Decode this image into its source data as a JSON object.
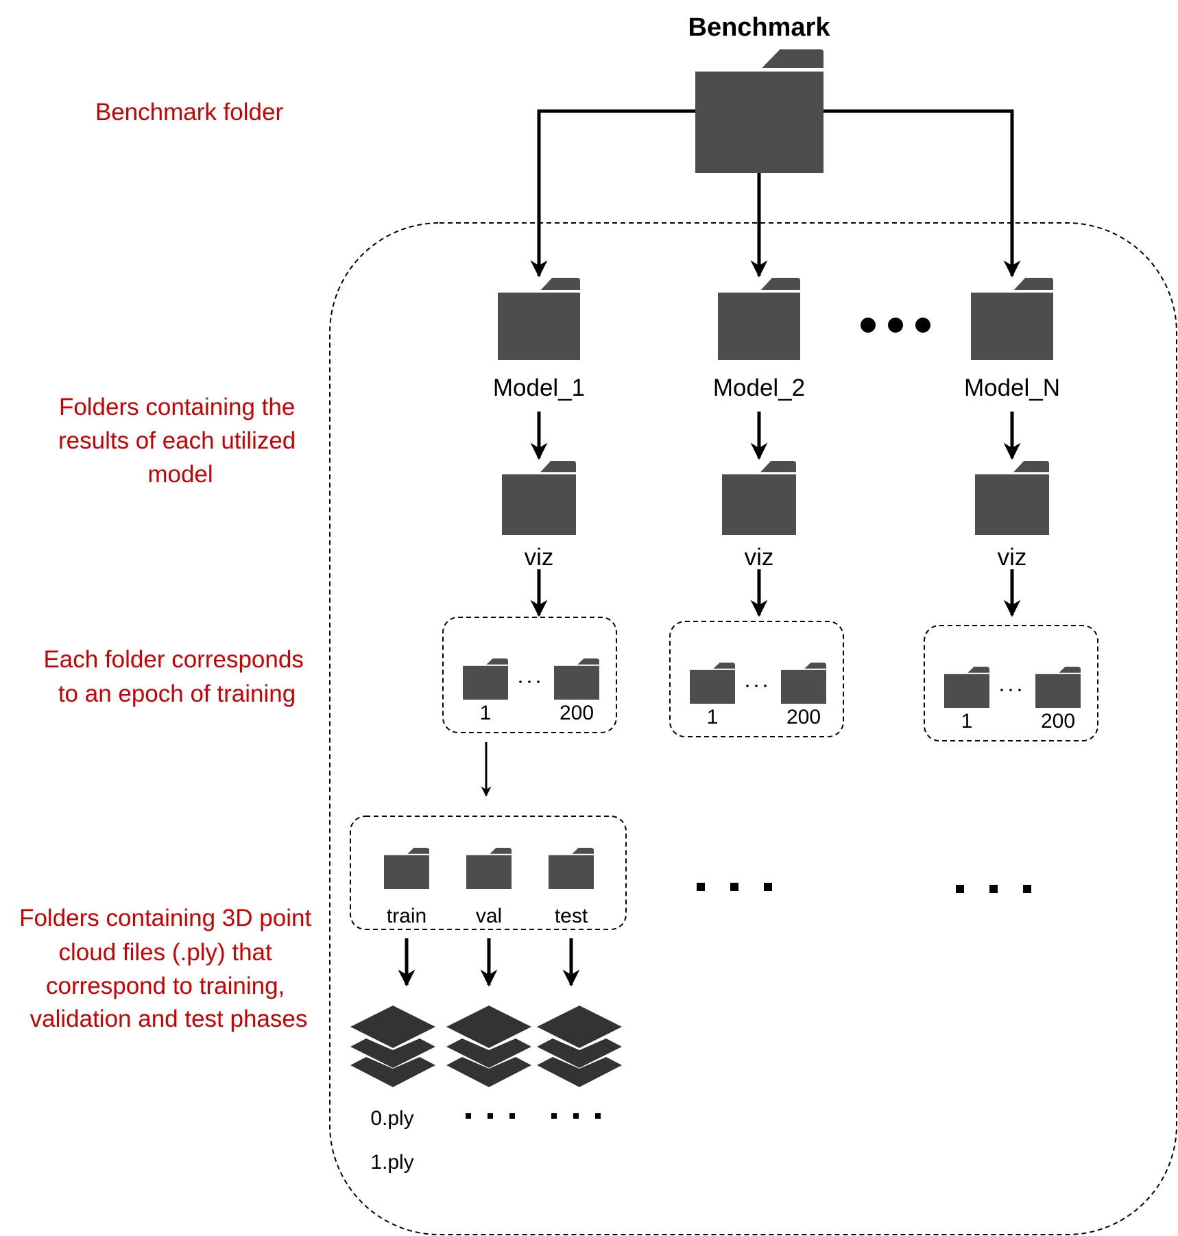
{
  "root": {
    "title": "Benchmark"
  },
  "annotations": {
    "benchmark_folder": [
      "Benchmark folder"
    ],
    "model_folders": [
      "Folders containing the",
      "results of each utilized",
      "model"
    ],
    "epoch_folders": [
      "Each folder corresponds",
      "to an epoch of training"
    ],
    "ply_folders": [
      "Folders containing 3D point",
      "cloud files (.ply) that",
      "correspond to training,",
      "validation and test phases"
    ]
  },
  "models": [
    {
      "label": "Model_1",
      "viz_label": "viz",
      "epoch_first": "1",
      "epoch_last": "200"
    },
    {
      "label": "Model_2",
      "viz_label": "viz",
      "epoch_first": "1",
      "epoch_last": "200"
    },
    {
      "label": "Model_N",
      "viz_label": "viz",
      "epoch_first": "1",
      "epoch_last": "200"
    }
  ],
  "phases": [
    "train",
    "val",
    "test"
  ],
  "ply_files": [
    "0.ply",
    "1.ply"
  ],
  "colors": {
    "folder": "#4d4d4d",
    "stack": "#333333",
    "annotation": "#cc0000",
    "text": "#000000"
  },
  "icons": {
    "folder": "folder-icon",
    "layers": "layers-icon"
  }
}
